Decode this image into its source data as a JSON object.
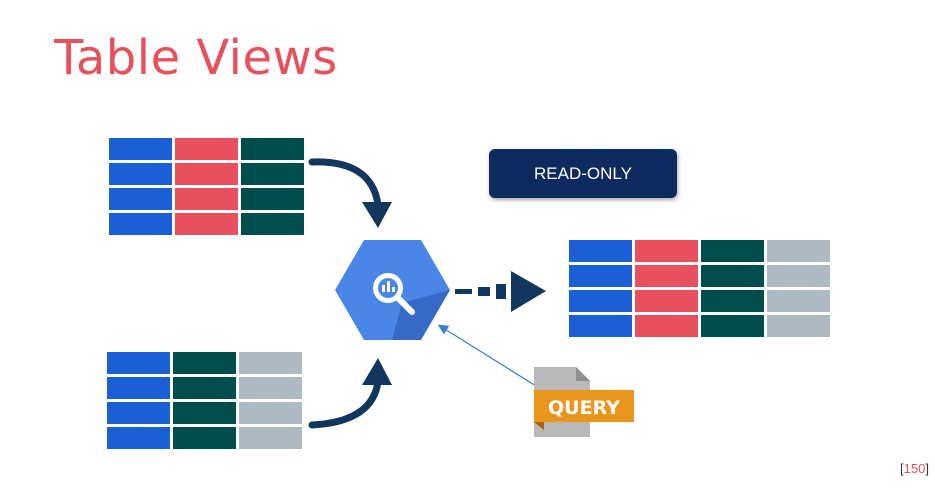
{
  "slide": {
    "title": "Table Views",
    "page_number": "150"
  },
  "badge": {
    "read_only_label": "READ-ONLY"
  },
  "query_doc": {
    "label": "QUERY"
  },
  "colors": {
    "title": "#e8505b",
    "blue": "#1a5fd6",
    "red": "#e9505f",
    "teal": "#004d4d",
    "gray": "#aebac1",
    "hexagon": "#4a86e8",
    "arrow": "#12365e",
    "query_tag": "#e8961e"
  },
  "tables": {
    "source_top": {
      "columns": [
        "blue",
        "red",
        "teal"
      ],
      "rows": 4
    },
    "source_bottom": {
      "columns": [
        "blue",
        "teal",
        "gray"
      ],
      "rows": 4
    },
    "result": {
      "columns": [
        "blue",
        "red",
        "teal",
        "gray"
      ],
      "rows": 4
    }
  },
  "icons": {
    "engine": "bigquery-hexagon-icon",
    "magnifier": "magnifier-chart-icon",
    "document": "query-document-icon"
  }
}
